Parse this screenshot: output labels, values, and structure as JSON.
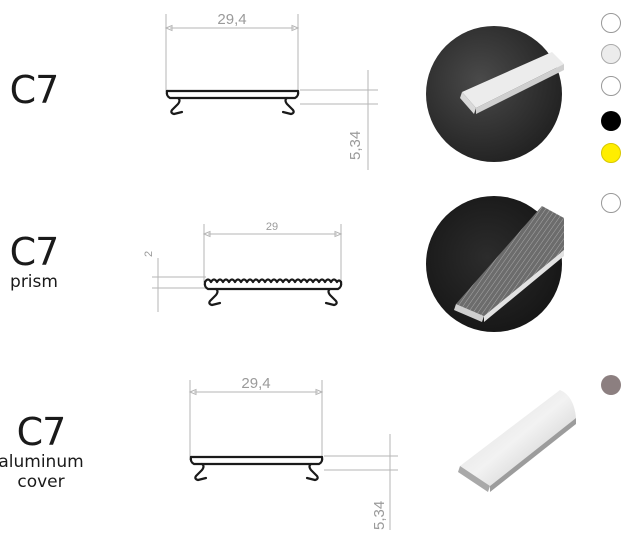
{
  "products": [
    {
      "name": "C7",
      "subtitle": "",
      "dimensions": {
        "width": "29,4",
        "height": "5,34"
      },
      "colors": [
        "#ffffff",
        "#ececec",
        "#ffffff",
        "#000000",
        "#ffee00"
      ]
    },
    {
      "name": "C7",
      "subtitle": "prism",
      "dimensions": {
        "width": "29",
        "height": "2"
      },
      "colors": [
        "#ffffff"
      ]
    },
    {
      "name": "C7",
      "subtitle": "aluminum cover",
      "dimensions": {
        "width": "29,4",
        "height": "5,34"
      },
      "colors": [
        "#8c7f80"
      ]
    }
  ]
}
